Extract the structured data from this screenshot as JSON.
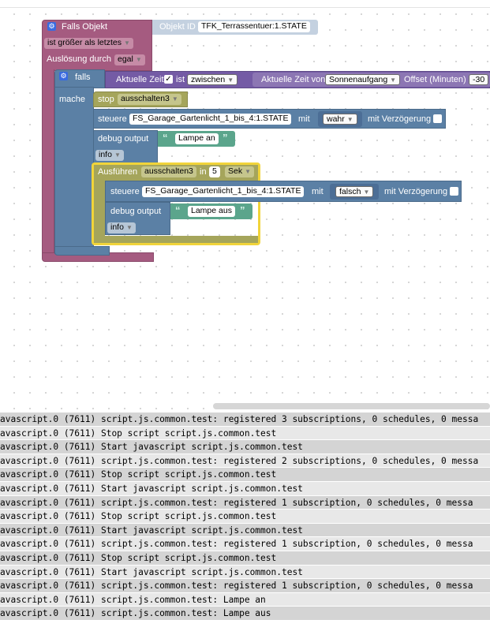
{
  "blocks": {
    "trigger": {
      "title": "Falls Objekt",
      "object_id_label": "Objekt ID",
      "object_id_value": "TFK_Terrassentuer:1.STATE",
      "condition": "ist größer als letztes",
      "trigger_label": "Auslösung durch",
      "trigger_value": "egal"
    },
    "if_block": {
      "if_label": "falls",
      "do_label": "mache",
      "time_label": "Aktuelle Zeit",
      "time_check": "✓",
      "is_label": "ist",
      "between_value": "zwischen",
      "time_from_label": "Aktuelle Zeit von",
      "sun_value": "Sonnenaufgang",
      "offset_label": "Offset (Minuten)",
      "offset_value": "-30"
    },
    "stop": {
      "label": "stop",
      "value": "ausschalten3"
    },
    "control1": {
      "label": "steuere",
      "object": "FS_Garage_Gartenlicht_1_bis_4:1.STATE",
      "with_label": "mit",
      "value": "wahr",
      "delay_label": "mit Verzögerung"
    },
    "debug1": {
      "label": "debug output",
      "text": "Lampe an",
      "level": "info"
    },
    "timeout": {
      "label": "Ausführen",
      "name": "ausschalten3",
      "in_label": "in",
      "amount": "5",
      "unit": "Sek"
    },
    "control2": {
      "label": "steuere",
      "object": "FS_Garage_Gartenlicht_1_bis_4:1.STATE",
      "with_label": "mit",
      "value": "falsch",
      "delay_label": "mit Verzögerung"
    },
    "debug2": {
      "label": "debug output",
      "text": "Lampe aus",
      "level": "info"
    }
  },
  "log": [
    "avascript.0 (7611) script.js.common.test: registered 3 subscriptions, 0 schedules, 0 messa",
    "avascript.0 (7611) Stop script script.js.common.test",
    "avascript.0 (7611) Start javascript script.js.common.test",
    "avascript.0 (7611) script.js.common.test: registered 2 subscriptions, 0 schedules, 0 messa",
    "avascript.0 (7611) Stop script script.js.common.test",
    "avascript.0 (7611) Start javascript script.js.common.test",
    "avascript.0 (7611) script.js.common.test: registered 1 subscription, 0 schedules, 0 messa",
    "avascript.0 (7611) Stop script script.js.common.test",
    "avascript.0 (7611) Start javascript script.js.common.test",
    "avascript.0 (7611) script.js.common.test: registered 1 subscription, 0 schedules, 0 messa",
    "avascript.0 (7611) Stop script script.js.common.test",
    "avascript.0 (7611) Start javascript script.js.common.test",
    "avascript.0 (7611) script.js.common.test: registered 1 subscription, 0 schedules, 0 messa",
    "avascript.0 (7611) script.js.common.test: Lampe an",
    "avascript.0 (7611) script.js.common.test: Lampe aus"
  ]
}
